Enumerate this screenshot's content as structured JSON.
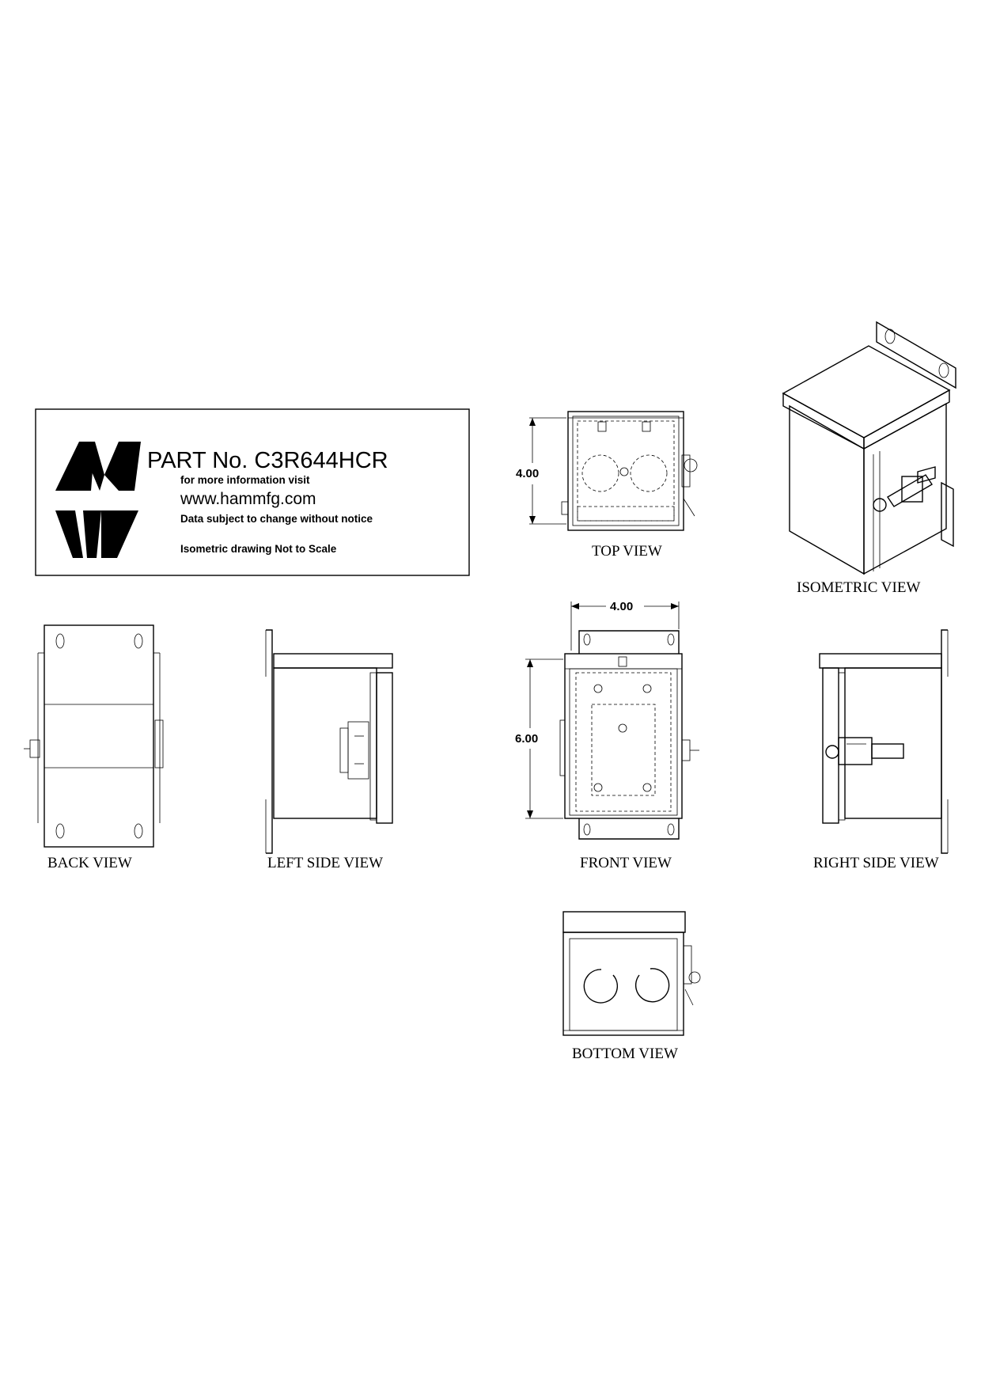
{
  "title_block": {
    "logo": "HMW",
    "part_number": "PART No.  C3R644HCR",
    "info_line": "for more information visit",
    "website": "www.hammfg.com",
    "notice": "Data subject to change without notice",
    "scale_note": "Isometric drawing Not to Scale"
  },
  "views": {
    "top": "TOP VIEW",
    "isometric": "ISOMETRIC VIEW",
    "back": "BACK VIEW",
    "left_side": "LEFT SIDE VIEW",
    "front": "FRONT VIEW",
    "right_side": "RIGHT SIDE VIEW",
    "bottom": "BOTTOM VIEW"
  },
  "dimensions": {
    "top_depth": "4.00",
    "front_width": "4.00",
    "front_height": "6.00"
  }
}
